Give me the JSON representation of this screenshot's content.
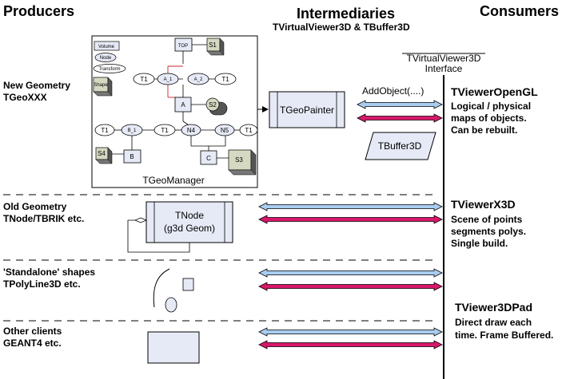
{
  "headers": {
    "producers": "Producers",
    "intermediaries": "Intermediaries",
    "intermediaries_sub": "TVirtualViewer3D & TBuffer3D",
    "consumers": "Consumers"
  },
  "interface": {
    "line1": "TVirtualViewer3D",
    "line2": "Interface",
    "add_object": "AddObject(....)"
  },
  "producers": [
    {
      "line1": "New Geometry",
      "line2": "TGeoXXX"
    },
    {
      "line1": "Old Geometry",
      "line2": "TNode/TBRIK etc."
    },
    {
      "line1": "'Standalone' shapes",
      "line2": "TPolyLine3D etc."
    },
    {
      "line1": "Other clients",
      "line2": "GEANT4 etc."
    }
  ],
  "geomanager": {
    "label": "TGeoManager",
    "legend": {
      "volume": "Volume",
      "node": "Node",
      "transform": "Transform",
      "shape": "Shape"
    },
    "nodes": {
      "top": "TOP",
      "s1": "S1",
      "t1": "T1",
      "a1": "A_1",
      "a2": "A_2",
      "a": "A",
      "s2": "S2",
      "b1": "B_1",
      "n4": "N4",
      "n5": "N5",
      "s4": "S4",
      "b": "B",
      "c": "C",
      "s3": "S3"
    }
  },
  "painter": "TGeoPainter",
  "tnode": {
    "line1": "TNode",
    "line2": "(g3d Geom)"
  },
  "tbuffer": "TBuffer3D",
  "consumers": [
    {
      "title": "TViewerOpenGL",
      "lines": [
        "Logical / physical",
        "maps of objects.",
        "Can be rebuilt."
      ]
    },
    {
      "title": "TViewerX3D",
      "lines": [
        "Scene of points",
        "segments polys.",
        "Single build."
      ]
    },
    {
      "title": "TViewer3DPad",
      "lines": [
        "Direct draw each",
        "time. Frame Buffered."
      ]
    }
  ],
  "colors": {
    "blue_arrow": "#a9cdf0",
    "pink_arrow": "#d8186a",
    "box_fill": "#e6eaf6",
    "shape_fill": "#d6d9c2"
  }
}
